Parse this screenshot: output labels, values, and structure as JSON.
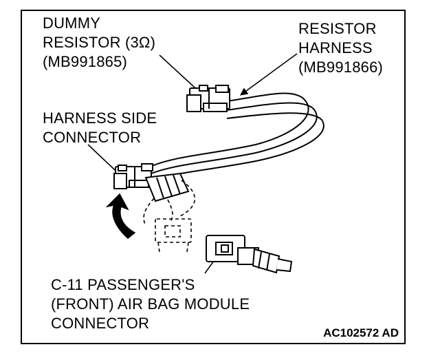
{
  "labels": {
    "dummy_resistor": [
      "DUMMY",
      "RESISTOR (3Ω)",
      "(MB991865)"
    ],
    "resistor_harness": [
      "RESISTOR",
      "HARNESS",
      "(MB991866)"
    ],
    "harness_side_connector": [
      "HARNESS SIDE",
      "CONNECTOR"
    ],
    "airbag_module_connector": [
      "C-11 PASSENGER'S",
      "(FRONT) AIR BAG MODULE",
      "CONNECTOR"
    ]
  },
  "figure_code": "AC102572 AD",
  "colors": {
    "ink": "#000000",
    "paper": "#ffffff"
  },
  "icons": [
    "curved-arrow-icon"
  ]
}
